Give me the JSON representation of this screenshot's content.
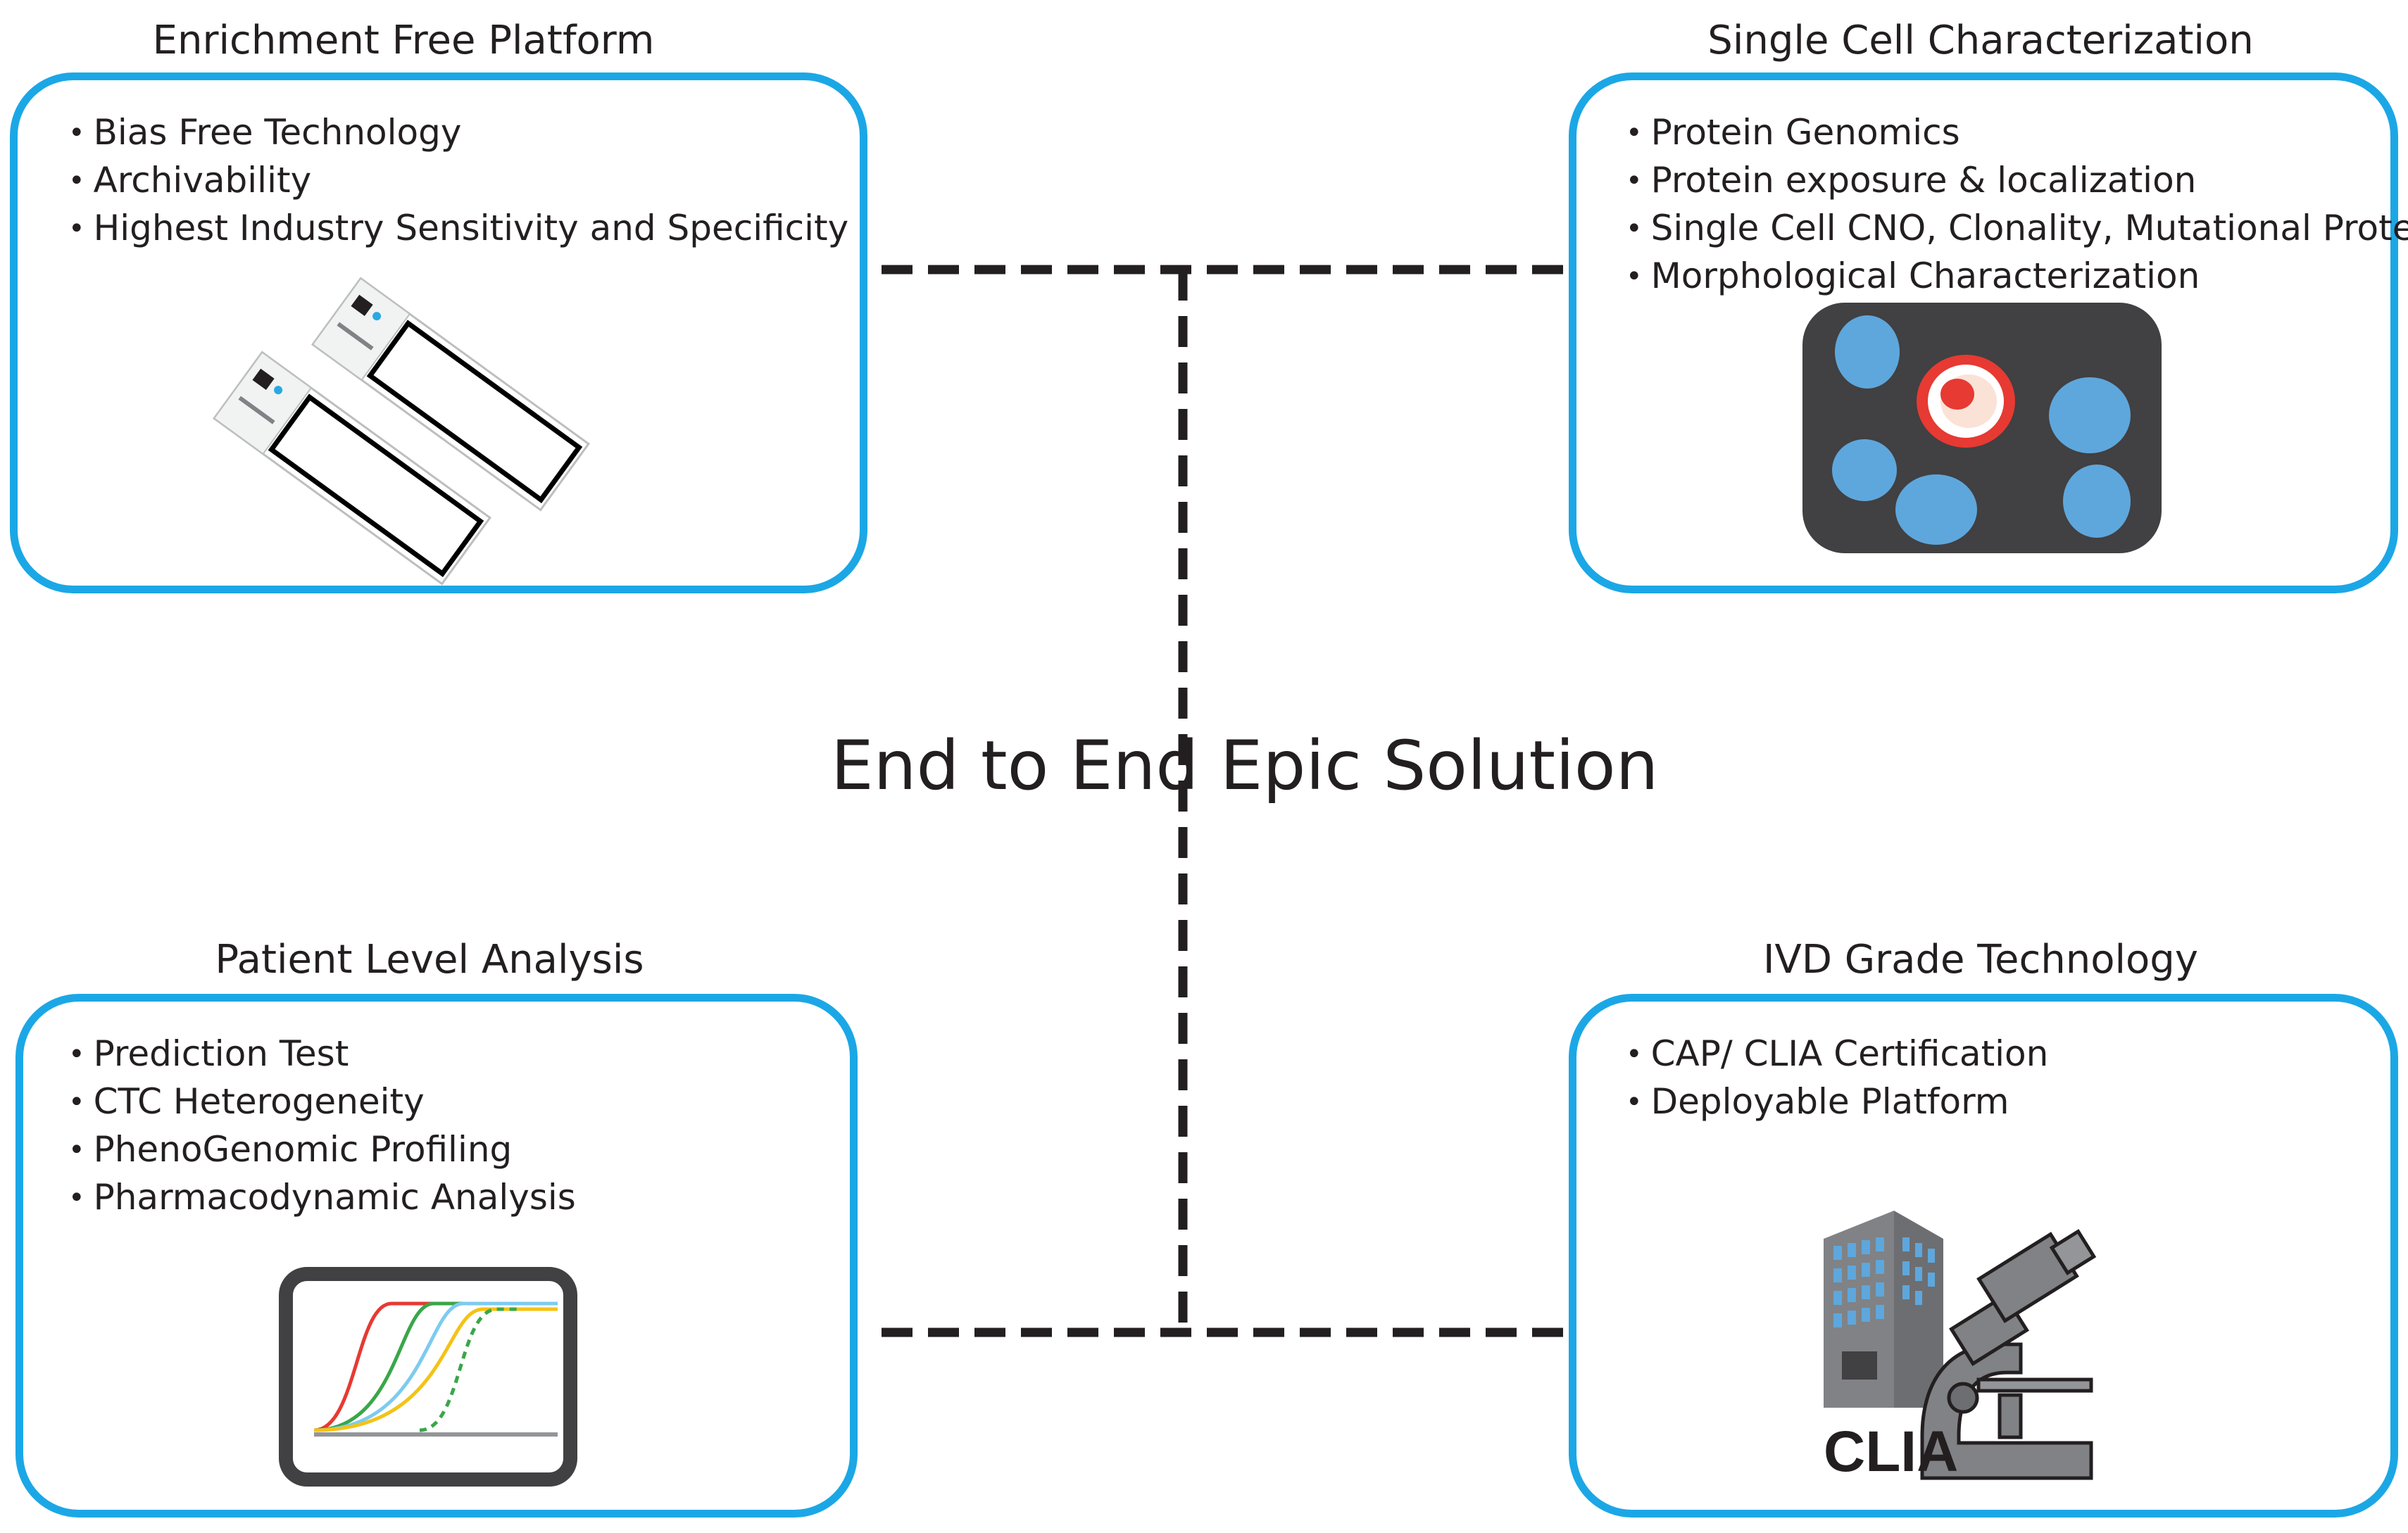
{
  "center_title": "End to End Epic Solution",
  "panels": {
    "enrichment": {
      "title": "Enrichment Free Platform",
      "bullets": [
        "Bias Free Technology",
        "Archivability",
        "Highest Industry Sensitivity and Specificity"
      ],
      "icon": "glass-slides-icon"
    },
    "single_cell": {
      "title": "Single Cell Characterization",
      "bullets": [
        "Protein Genomics",
        "Protein exposure & localization",
        "Single Cell CNO, Clonality, Mutational Protein",
        "Morphological Characterization"
      ],
      "icon": "cell-image-icon"
    },
    "patient": {
      "title": "Patient Level Analysis",
      "bullets": [
        "Prediction Test",
        "CTC Heterogeneity",
        "PhenoGenomic Profiling",
        "Pharmacodynamic Analysis"
      ],
      "icon": "sigmoid-curves-chart-icon"
    },
    "ivd": {
      "title": "IVD Grade Technology",
      "bullets": [
        "CAP/ CLIA Certification",
        "Deployable Platform"
      ],
      "icon": "clia-lab-microscope-icon",
      "icon_label": "CLIA"
    }
  },
  "colors": {
    "panel_border": "#1ba7e6",
    "connector": "#231f20",
    "cell_background": "#414042",
    "cell_blue": "#5ea7dc",
    "cell_red": "#e63a33",
    "curve_red": "#e63a33",
    "curve_green": "#3aa64a",
    "curve_blue": "#7dcbf0",
    "curve_yellow": "#f3c316"
  }
}
